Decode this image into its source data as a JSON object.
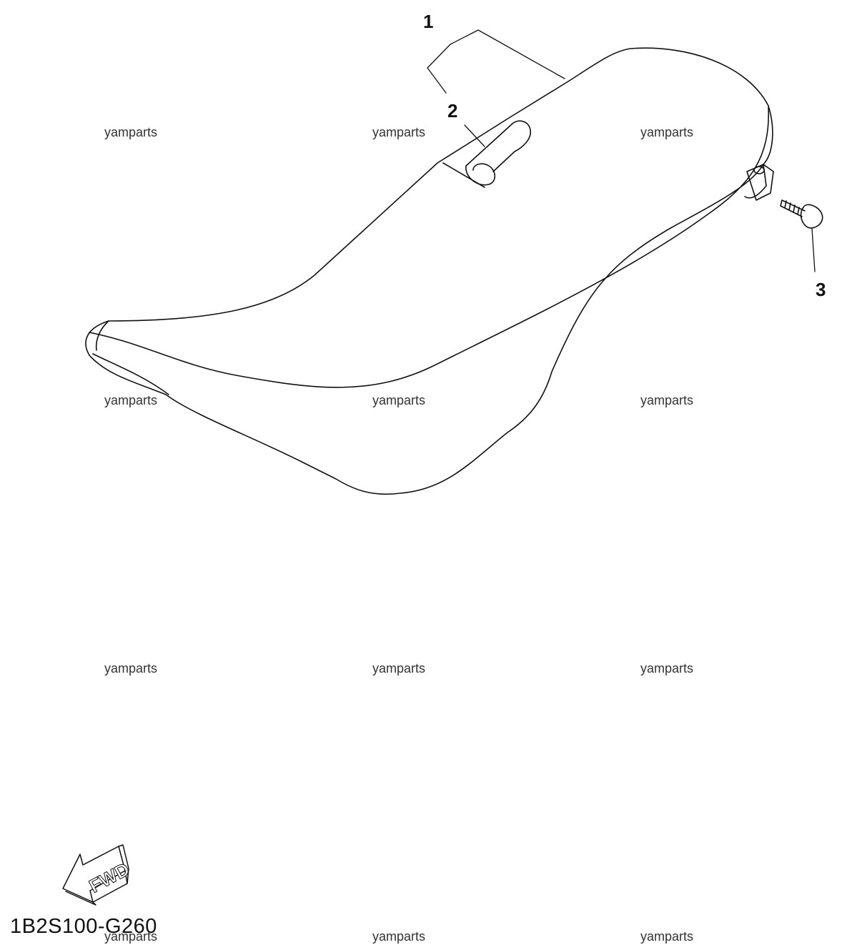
{
  "watermark": "yamparts",
  "callouts": {
    "c1": "1",
    "c2": "2",
    "c3": "3"
  },
  "fwd_label": "FWD",
  "diagram_code": "1B2S100-G260"
}
